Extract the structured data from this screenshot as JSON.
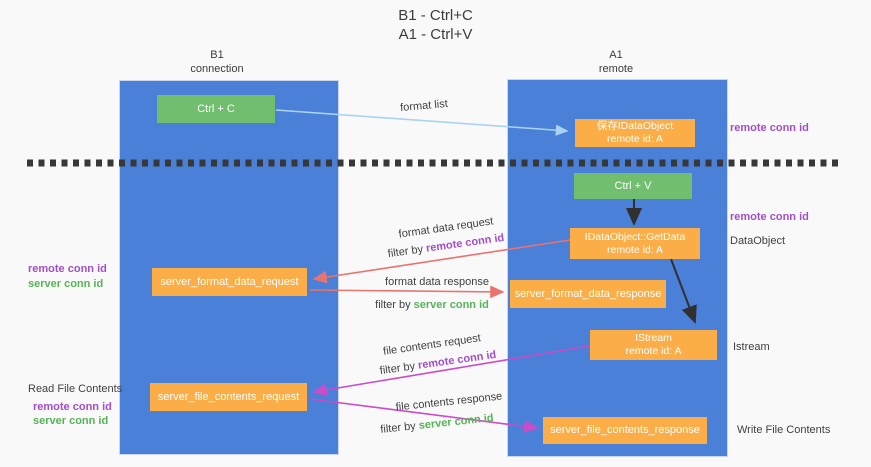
{
  "title": {
    "line1": "B1 - Ctrl+C",
    "line2": "A1 - Ctrl+V"
  },
  "columns": {
    "left": {
      "name": "B1",
      "subtitle": "connection"
    },
    "right": {
      "name": "A1",
      "subtitle": "remote"
    }
  },
  "boxes": {
    "ctrl_c": "Ctrl + C",
    "ctrl_v": "Ctrl + V",
    "save_dataobject": {
      "line1": "保存IDataObject",
      "line2": "remote id: A"
    },
    "getdata": {
      "line1": "IDataObject::GetData",
      "line2": "remote id: A"
    },
    "istream": {
      "line1": "IStream",
      "line2": "remote id: A"
    },
    "server_format_data_request": "server_format_data_request",
    "server_format_data_response": "server_format_data_response",
    "server_file_contents_request": "server_file_contents_request",
    "server_file_contents_response": "server_file_contents_response"
  },
  "labels": {
    "format_list": "format list",
    "format_data_request": "format data request",
    "format_data_response": "format data response",
    "file_contents_request": "file contents request",
    "file_contents_response": "file contents response",
    "filter_by": "filter by ",
    "remote_conn_id": "remote conn id",
    "server_conn_id": "server conn id",
    "dataobject": "DataObject",
    "istream": "Istream",
    "read_file_contents": "Read File Contents",
    "write_file_contents": "Write File Contents"
  },
  "colors": {
    "lifeline_blue": "#4a80d8",
    "box_green": "#71bf6e",
    "box_orange": "#fbae47",
    "remote_conn_id_purple": "#a14fc9",
    "server_conn_id_green": "#57b357",
    "arrow_red": "#e8736f",
    "arrow_magenta": "#cb4bc8",
    "arrow_light_blue": "#a9d3f0",
    "arrow_black": "#303030",
    "background": "#f9f9f9"
  }
}
